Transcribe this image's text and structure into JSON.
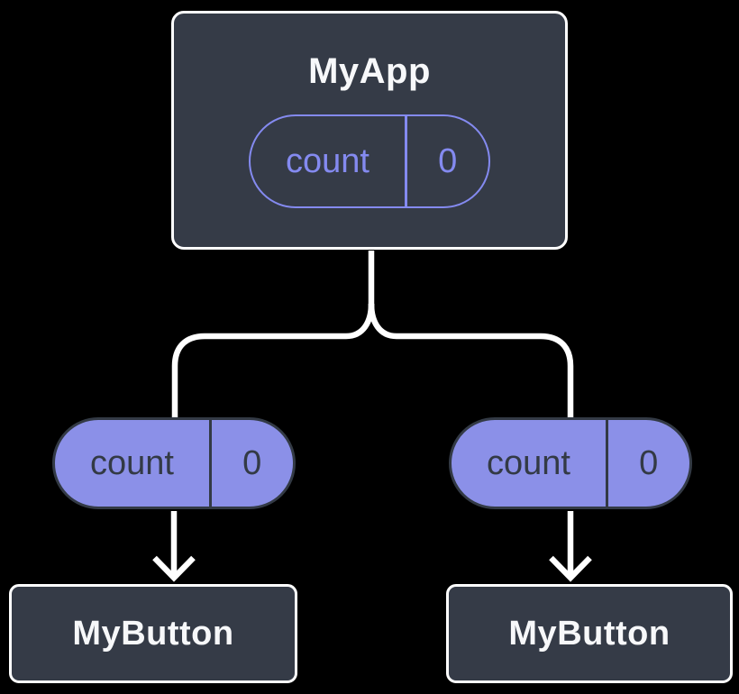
{
  "diagram": {
    "root": {
      "title": "MyApp",
      "state": {
        "name": "count",
        "value": "0"
      }
    },
    "children": [
      {
        "title": "MyButton",
        "prop": {
          "name": "count",
          "value": "0"
        }
      },
      {
        "title": "MyButton",
        "prop": {
          "name": "count",
          "value": "0"
        }
      }
    ]
  },
  "colors": {
    "background": "#000000",
    "node_fill": "#353b47",
    "node_border": "#ffffff",
    "node_text": "#f7f8fa",
    "pill_outline": "#848af0",
    "pill_fill": "#8b90e8",
    "pill_dark": "#333a45",
    "connector": "#ffffff"
  }
}
